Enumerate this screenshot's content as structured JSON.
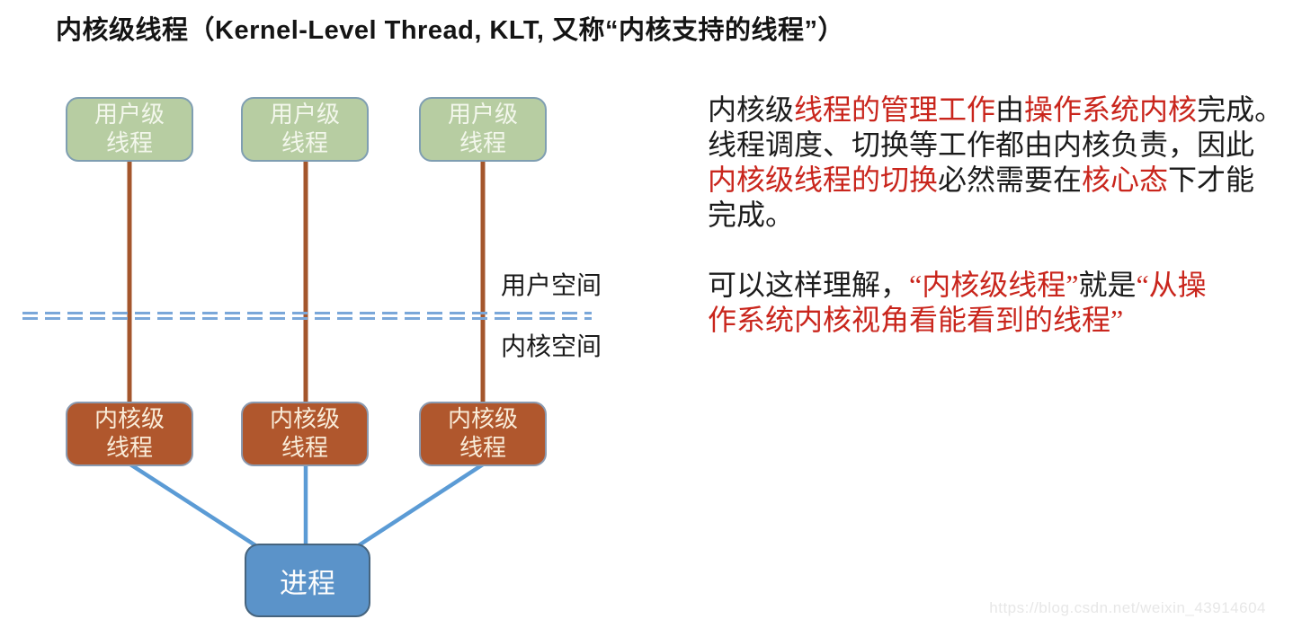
{
  "title": "内核级线程（Kernel-Level Thread, KLT, 又称“内核支持的线程”）",
  "diagram": {
    "user_thread_label": "用户级\n线程",
    "kernel_thread_label": "内核级\n线程",
    "process_label": "进程",
    "user_space_label": "用户空间",
    "kernel_space_label": "内核空间"
  },
  "explain": {
    "p1": {
      "line1": {
        "seg1": "内核级",
        "seg2": "线程的管理工作",
        "seg3": "由",
        "seg4": "操作系统内核",
        "seg5": "完成。"
      },
      "line2": "线程调度、切换等工作都由内核负责，因此",
      "line3": {
        "seg1": "内核级线程的切换",
        "seg2": "必然需要在",
        "seg3": "核心态",
        "seg4": "下才能"
      },
      "line4": "完成。"
    },
    "p2": {
      "line1": {
        "seg1": "可以这样理解，",
        "seg2": "“内核级线程”",
        "seg3": "就是",
        "seg4": "“从操"
      },
      "line2": "作系统内核视角看能看到的线程”"
    }
  },
  "watermark": "https://blog.csdn.net/weixin_43914604",
  "colors": {
    "red_highlight": "#c9251c",
    "green_box_fill": "#b7cda2",
    "brown_box_fill": "#b0572d",
    "blue_box_fill": "#5b93c9",
    "brown_line": "#a4562c",
    "blue_line": "#5b9bd5",
    "dash_divider_blue": "#7aa7d9",
    "text_black": "#1c1c1c",
    "watermark_gray": "#e7e7e7"
  }
}
